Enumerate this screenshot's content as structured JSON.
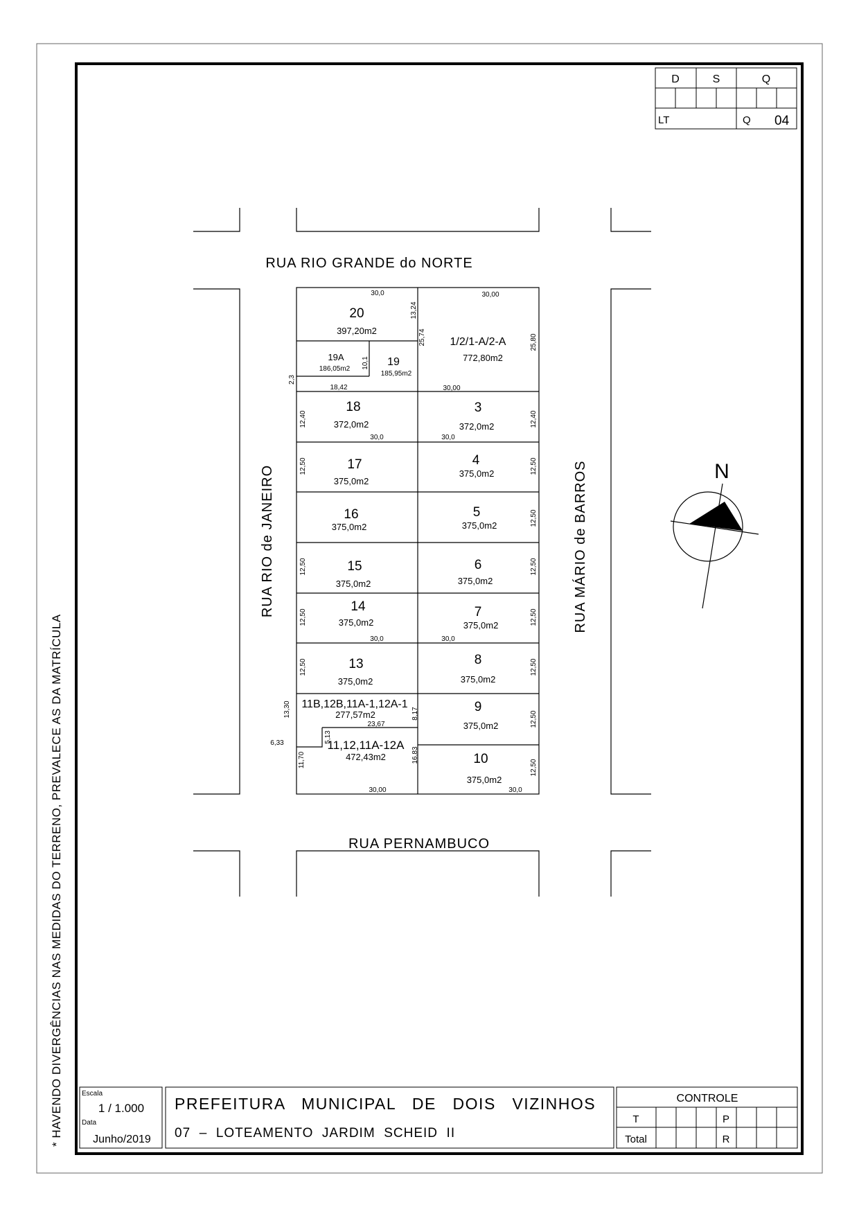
{
  "side_note": "* HAVENDO DIVERGÊNCIAS NAS MEDIDAS DO TERRENO, PREVALECE AS DA MATRÍCULA",
  "corner_table": {
    "h1": "D",
    "h2": "S",
    "h3": "Q",
    "lt_label": "LT",
    "q_label": "Q",
    "q_value": "04"
  },
  "streets": {
    "north": "RUA RIO GRANDE do NORTE",
    "south": "RUA PERNAMBUCO",
    "west": "RUA RIO de JANEIRO",
    "east": "RUA MÁRIO de BARROS"
  },
  "north_label": "N",
  "lots": {
    "l20": {
      "num": "20",
      "area": "397,20m2"
    },
    "l19a": {
      "num": "19A",
      "area": "186,05m2"
    },
    "l19": {
      "num": "19",
      "area": "185,95m2"
    },
    "l1": {
      "num": "1/2/1-A/2-A",
      "area": "772,80m2"
    },
    "l18": {
      "num": "18",
      "area": "372,0m2"
    },
    "l3": {
      "num": "3",
      "area": "372,0m2"
    },
    "l17": {
      "num": "17",
      "area": "375,0m2"
    },
    "l4": {
      "num": "4",
      "area": "375,0m2"
    },
    "l16": {
      "num": "16",
      "area": "375,0m2"
    },
    "l5": {
      "num": "5",
      "area": "375,0m2"
    },
    "l15": {
      "num": "15",
      "area": "375,0m2"
    },
    "l6": {
      "num": "6",
      "area": "375,0m2"
    },
    "l14": {
      "num": "14",
      "area": "375,0m2"
    },
    "l7": {
      "num": "7",
      "area": "375,0m2"
    },
    "l13": {
      "num": "13",
      "area": "375,0m2"
    },
    "l8": {
      "num": "8",
      "area": "375,0m2"
    },
    "l11b": {
      "num": "11B,12B,11A-1,12A-1",
      "area": "277,57m2"
    },
    "l9": {
      "num": "9",
      "area": "375,0m2"
    },
    "l11": {
      "num": "11,12,11A-12A",
      "area": "472,43m2"
    },
    "l10": {
      "num": "10",
      "area": "375,0m2"
    }
  },
  "dims": {
    "d_top_left": "30,0",
    "d_top_right": "30,00",
    "d_13_24": "13,24",
    "d_25_74": "25,74",
    "d_25_80": "25,80",
    "d_10_1": "10,1",
    "d_2_3": "2,3",
    "d_18_42": "18,42",
    "d_30_00_mid": "30,00",
    "d_12_40_l": "12,40",
    "d_12_40_r": "12,40",
    "d_30_0_l1": "30,0",
    "d_30_0_r1": "30,0",
    "d_12_50_17": "12,50",
    "d_12_50_4": "12,50",
    "d_12_50_5": "12,50",
    "d_12_50_15": "12,50",
    "d_12_50_6": "12,50",
    "d_12_50_14": "12,50",
    "d_12_50_7": "12,50",
    "d_30_0_l2": "30,0",
    "d_30_0_r2": "30,0",
    "d_12_50_13": "12,50",
    "d_12_50_8": "12,50",
    "d_13_30": "13,30",
    "d_8_17": "8,17",
    "d_12_50_9": "12,50",
    "d_23_67": "23,67",
    "d_6_33": "6,33",
    "d_5_13": "5,13",
    "d_11_70": "11,70",
    "d_16_83": "16,83",
    "d_12_50_10": "12,50",
    "d_30_00_bot": "30,00",
    "d_30_0_bot": "30,0"
  },
  "title_block": {
    "escala_label": "Escala",
    "escala_value": "1 / 1.000",
    "data_label": "Data",
    "data_value": "Junho/2019",
    "title": "PREFEITURA   MUNICIPAL   DE   DOIS   VIZINHOS",
    "subtitle": "07  –  LOTEAMENTO  JARDIM  SCHEID  II",
    "controle": "CONTROLE",
    "t_label": "T",
    "p_label": "P",
    "total_label": "Total",
    "r_label": "R"
  }
}
